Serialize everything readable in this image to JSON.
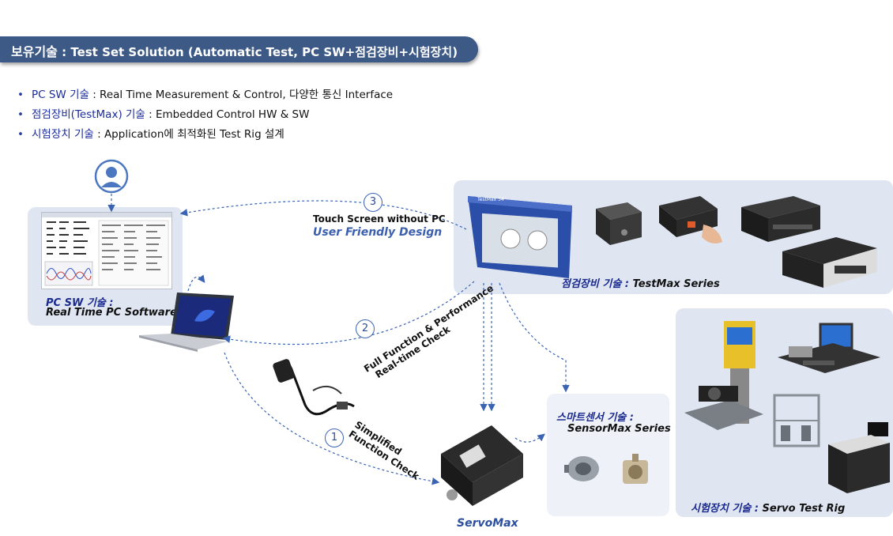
{
  "title": {
    "prefix": "보유기술",
    "rest": " : Test Set Solution (Automatic Test, PC SW+점검장비+시험장치)"
  },
  "bullets": [
    {
      "highlight": "PC SW 기술",
      "text": " : Real Time Measurement & Control, 다양한 통신 Interface"
    },
    {
      "highlight": "점검장비(TestMax) 기술",
      "text": " : Embedded Control HW & SW"
    },
    {
      "highlight": "시험장치 기술",
      "text": " : Application에 최적화된 Test Rig 설계"
    }
  ],
  "pc_panel": {
    "label_ko": "PC SW 기술 :",
    "label_en": "Real Time PC Software"
  },
  "testmax_panel": {
    "label_ko": "점검장비 기술 :",
    "label_en": " TestMax Series",
    "device_brand": "TestMax 34"
  },
  "sensor_panel": {
    "label_ko": "스마트센서 기술 :",
    "label_en": "SensorMax Series"
  },
  "rig_panel": {
    "label_ko": "시험장치 기술 :",
    "label_en": " Servo Test Rig"
  },
  "servo_label": "ServoMax",
  "steps": [
    {
      "num": "1",
      "line1": "Simplified",
      "line2": "Function Check"
    },
    {
      "num": "2",
      "line1": "Full Function & Performance",
      "line2": "Real-time Check"
    },
    {
      "num": "3",
      "line1": "Touch Screen without PC",
      "line2": "User Friendly Design"
    }
  ],
  "colors": {
    "title_bar": "#3d5a86",
    "panel": "#dfe6f2",
    "accent_blue": "#1a2a8e",
    "arrow": "#3a64b3"
  }
}
